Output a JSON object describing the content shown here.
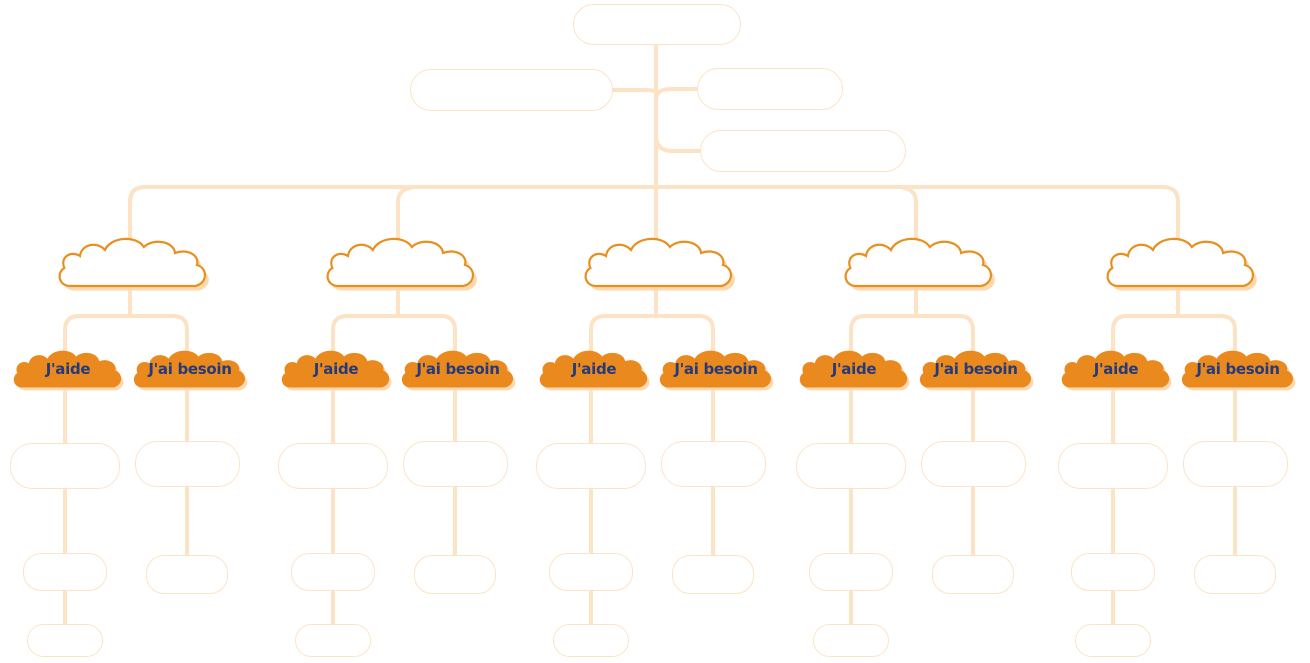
{
  "colors": {
    "connector": "#fde3c6",
    "box_border": "#fde3c6",
    "cloud_outline": "#e8901f",
    "cloud_shadow": "#fbd9b0",
    "cloud_fill": "#ea8a1e",
    "label_text": "#243a7a"
  },
  "groups": [
    {
      "help_label": "J'aide",
      "need_label": "J'ai besoin"
    },
    {
      "help_label": "J'aide",
      "need_label": "J'ai besoin"
    },
    {
      "help_label": "J'aide",
      "need_label": "J'ai besoin"
    },
    {
      "help_label": "J'aide",
      "need_label": "J'ai besoin"
    },
    {
      "help_label": "J'aide",
      "need_label": "J'ai besoin"
    }
  ]
}
